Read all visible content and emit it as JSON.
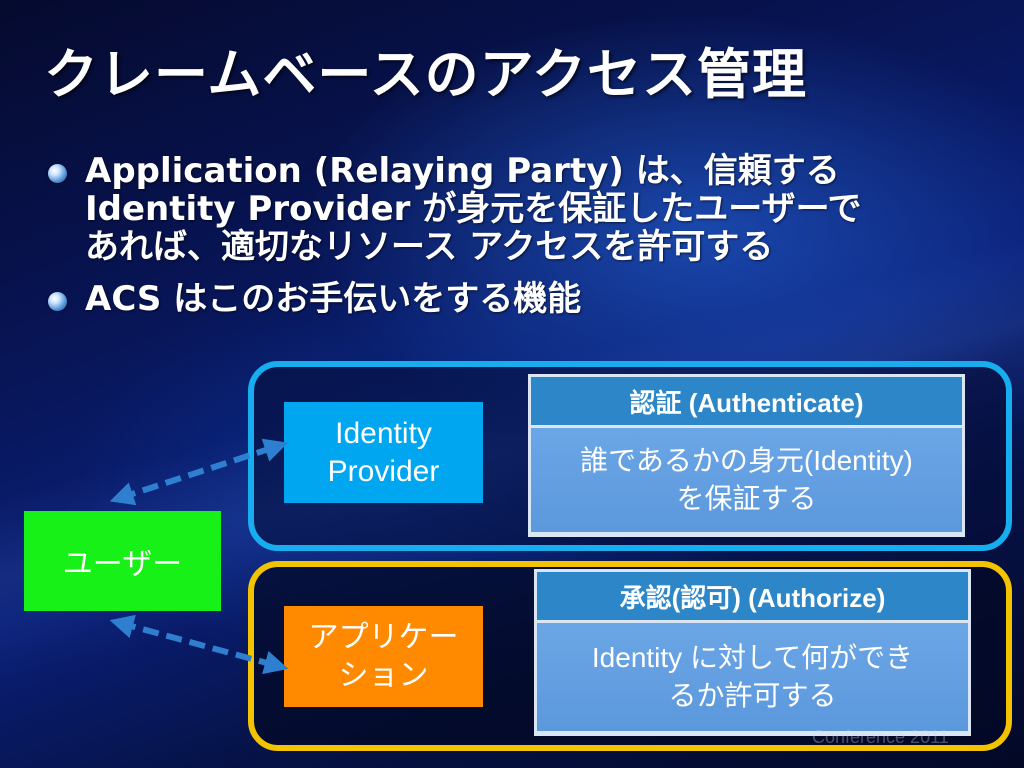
{
  "slide": {
    "title": "クレームベースのアクセス管理",
    "bullets": [
      {
        "lines": [
          "Application (Relaying Party) は、信頼する",
          "Identity Provider が身元を保証したユーザーで",
          "あれば、適切なリソース アクセスを許可する"
        ]
      },
      {
        "lines": [
          "ACS はこのお手伝いをする機能"
        ]
      }
    ]
  },
  "diagram": {
    "user_label": "ユーザー",
    "identity_provider": {
      "lines": [
        "Identity",
        "Provider"
      ]
    },
    "application": {
      "lines": [
        "アプリケー",
        "ション"
      ]
    },
    "authenticate": {
      "header": "認証 (Authenticate)",
      "body_lines": [
        "誰であるかの身元(Identity)",
        "を保証する"
      ]
    },
    "authorize": {
      "header": "承認(認可) (Authorize)",
      "body_lines": [
        "Identity に対して何ができ",
        "るか許可する"
      ]
    }
  },
  "footer": {
    "text": "Conference 2011"
  },
  "colors": {
    "user_box": "#17f117",
    "identity_provider_box": "#00a6f0",
    "application_box": "#ff8a00",
    "frame_authentication": "#17aef0",
    "frame_authorization": "#f3c300",
    "info_header": "#2c86c8",
    "info_body": "#6ba6e6",
    "arrow": "#2f7fd0"
  },
  "icons": {
    "bullet": "bullet-sphere-icon",
    "arrow": "dashed-double-arrow-icon"
  }
}
